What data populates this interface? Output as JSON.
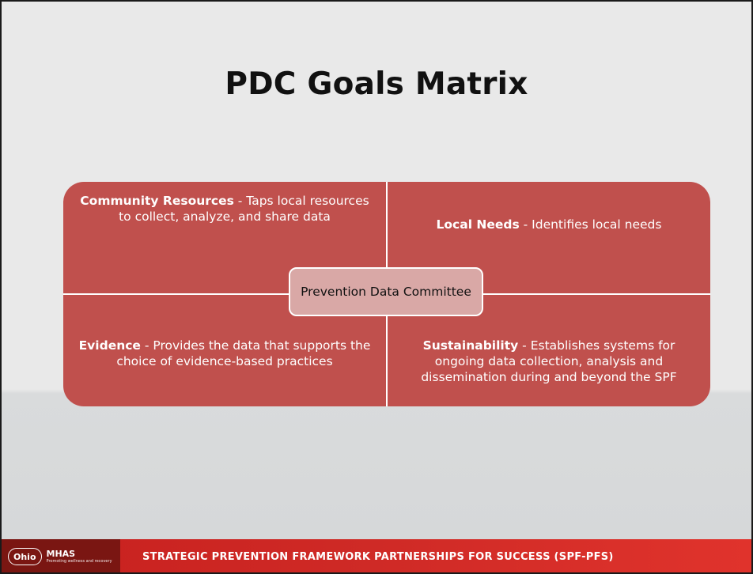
{
  "slide": {
    "title": "PDC Goals Matrix"
  },
  "matrix": {
    "top_left": {
      "bold": "Community Resources",
      "text": " - Taps local resources to collect, analyze, and share data"
    },
    "top_right": {
      "bold": "Local Needs",
      "text": " - Identifies local needs"
    },
    "bottom_left": {
      "bold": "Evidence",
      "text": " - Provides the data that supports the choice of evidence-based practices"
    },
    "bottom_right": {
      "bold": "Sustainability",
      "text": " - Establishes systems for ongoing data collection, analysis and dissemination during and beyond the SPF"
    },
    "center": "Prevention Data Committee"
  },
  "footer": {
    "logo_ohio": "Ohio",
    "logo_mhas": "MHAS",
    "logo_tagline": "Promoting wellness and recovery",
    "text": "STRATEGIC PREVENTION FRAMEWORK PARTNERSHIPS FOR SUCCESS (SPF-PFS)"
  },
  "colors": {
    "matrix_fill": "#c0504d",
    "center_fill": "#d9a8a6",
    "footer_red": "#cf2a26",
    "logo_dark_red": "#7a1612"
  }
}
